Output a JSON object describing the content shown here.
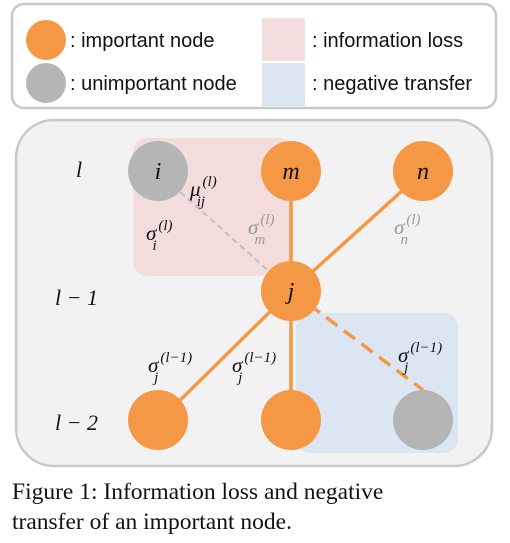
{
  "legend": {
    "important_node": ": important node",
    "unimportant_node": ": unimportant node",
    "information_loss": ": information loss",
    "negative_transfer": ": negative transfer"
  },
  "layers": {
    "l": "l",
    "l_minus_1": "l − 1",
    "l_minus_2": "l − 2"
  },
  "nodes": {
    "i": "i",
    "m": "m",
    "n": "n",
    "j": "j"
  },
  "edge_labels": {
    "mu_ij": {
      "base": "μ",
      "sup": "(l)",
      "sub": "ij"
    },
    "sigma_i": {
      "base": "σ",
      "sup": "(l)",
      "sub": "i"
    },
    "sigma_m": {
      "base": "σ",
      "sup": "(l)",
      "sub": "m"
    },
    "sigma_n": {
      "base": "σ",
      "sup": "(l)",
      "sub": "n"
    },
    "sigma_j_left": {
      "base": "σ",
      "sup": "(l−1)",
      "sub": "j"
    },
    "sigma_j_mid": {
      "base": "σ",
      "sup": "(l−1)",
      "sub": "j"
    },
    "sigma_j_right": {
      "base": "σ",
      "sup": "(l−1)",
      "sub": "j"
    }
  },
  "colors": {
    "important": "#f59845",
    "unimportant": "#b5b5b5",
    "information_loss": "#f2dcdc",
    "negative_transfer": "#dce6f3",
    "panel": "#f2f2f2",
    "edge": "#f59845",
    "faded_edge": "#c0c0c0"
  },
  "caption": {
    "line1": "Figure 1: Information loss and negative",
    "line2": "transfer of an important node."
  }
}
